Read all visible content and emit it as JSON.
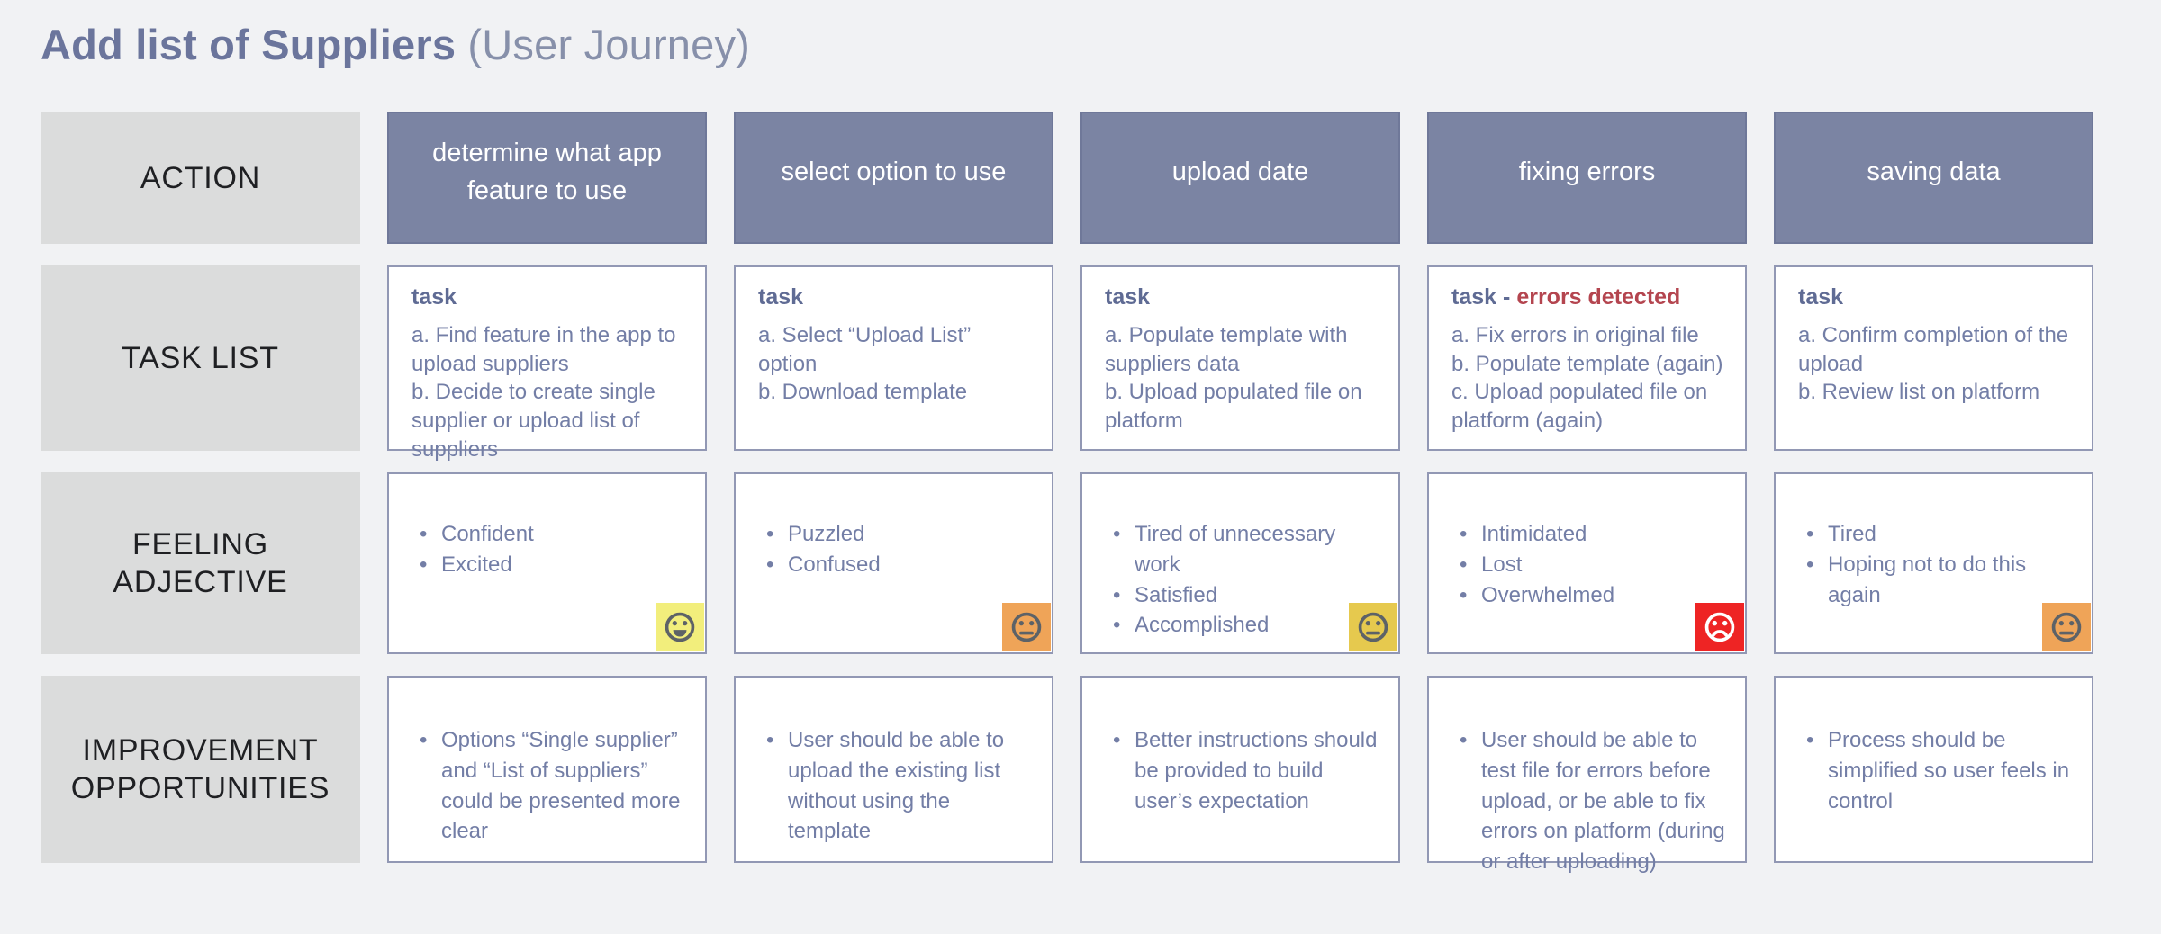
{
  "title": {
    "main": "Add list of Suppliers",
    "suffix": " (User Journey)"
  },
  "row_headers": {
    "action": "ACTION",
    "task_list": "TASK LIST",
    "feeling": "FEELING ADJECTIVE",
    "improvement": "IMPROVEMENT OPPORTUNITIES"
  },
  "colors": {
    "page_background": "#f1f2f4",
    "row_header_bg": "#dbdcdc",
    "action_header_bg": "#7b84a3",
    "cell_border": "#9298b4",
    "body_text": "#737ea6",
    "task_label_text": "#5f6b94",
    "error_text": "#b4454f",
    "badge_yellow": "#f2ee7c",
    "badge_orange": "#efa458",
    "badge_gold": "#e6c94e",
    "badge_red": "#ee2424",
    "face_gray": "#5d6267",
    "face_white": "#ffffff"
  },
  "stages": [
    {
      "action": "determine what app feature to use",
      "task": {
        "label": "task",
        "error": "",
        "items": [
          "a. Find feature in the app to upload suppliers",
          "b. Decide to create single supplier or upload list of suppliers"
        ]
      },
      "feelings": [
        "Confident",
        "Excited"
      ],
      "mood": {
        "face": "happy",
        "bg": "#f2ee7c",
        "fg": "#5d6267"
      },
      "improvements": [
        "Options “Single supplier” and “List of suppliers” could be presented more clear"
      ]
    },
    {
      "action": "select option to use",
      "task": {
        "label": "task",
        "error": "",
        "items": [
          "a. Select “Upload List” option",
          "b. Download template"
        ]
      },
      "feelings": [
        "Puzzled",
        "Confused"
      ],
      "mood": {
        "face": "neutral",
        "bg": "#efa458",
        "fg": "#5d6267"
      },
      "improvements": [
        "User should be able to upload the existing list without using the template"
      ]
    },
    {
      "action": "upload date",
      "task": {
        "label": "task",
        "error": "",
        "items": [
          "a. Populate template with suppliers data",
          "b. Upload populated file on platform"
        ]
      },
      "feelings": [
        "Tired of unnecessary work",
        "Satisfied",
        "Accomplished"
      ],
      "mood": {
        "face": "neutral",
        "bg": "#e6c94e",
        "fg": "#5d6267"
      },
      "improvements": [
        "Better instructions should be provided to build user’s expectation"
      ]
    },
    {
      "action": "fixing errors",
      "task": {
        "label": "task -",
        "error": "errors detected",
        "items": [
          "a. Fix errors in original file",
          "b. Populate template (again)",
          "c. Upload populated file on platform (again)"
        ]
      },
      "feelings": [
        "Intimidated",
        "Lost",
        "Overwhelmed"
      ],
      "mood": {
        "face": "sad",
        "bg": "#ee2424",
        "fg": "#ffffff"
      },
      "improvements": [
        "User should be able to test file for errors before upload, or be able to fix errors on platform (during or after uploading)"
      ]
    },
    {
      "action": "saving data",
      "task": {
        "label": "task",
        "error": "",
        "items": [
          "a. Confirm completion of the upload",
          "b. Review list on platform"
        ]
      },
      "feelings": [
        "Tired",
        "Hoping not to do this again"
      ],
      "mood": {
        "face": "neutral",
        "bg": "#efa458",
        "fg": "#5d6267"
      },
      "improvements": [
        "Process should be simplified so user feels in control"
      ]
    }
  ]
}
